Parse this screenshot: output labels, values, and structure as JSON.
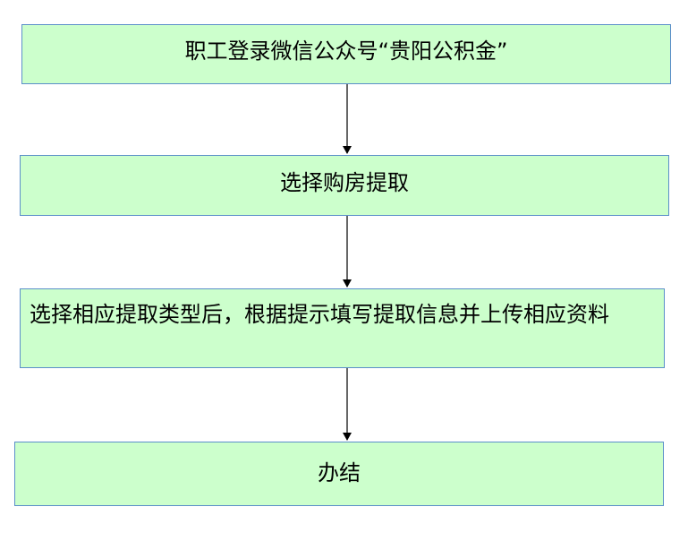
{
  "flow": {
    "steps": [
      {
        "text": "职工登录微信公众号“贵阳公积金”"
      },
      {
        "text": "选择购房提取"
      },
      {
        "text": "选择相应提取类型后，根据提示填写提取信息并上传相应资料"
      },
      {
        "text": "办结"
      }
    ]
  },
  "colors": {
    "box_fill": "#ccffcc",
    "box_border": "#5b8fc9",
    "arrow": "#000000"
  }
}
